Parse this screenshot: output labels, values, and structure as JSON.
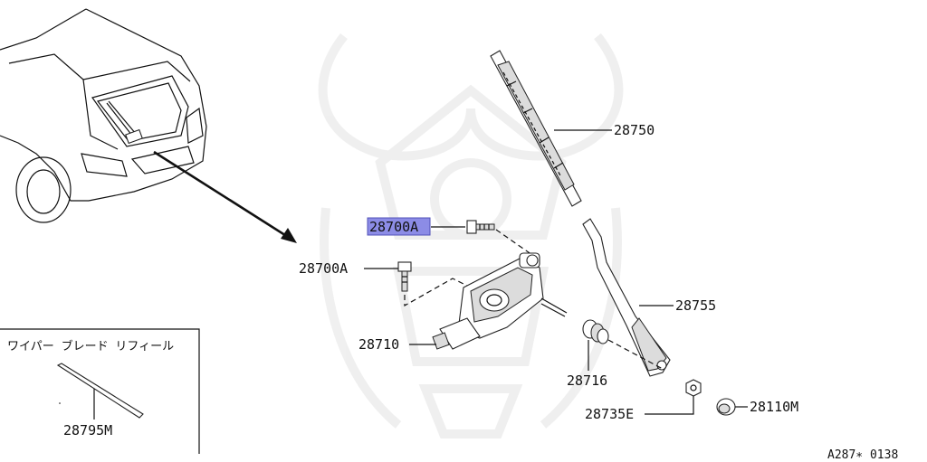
{
  "diagram": {
    "parts": {
      "blade": "28750",
      "arm": "28755",
      "bolt_upper": "28700A",
      "bolt_lower": "28700A",
      "motor": "28710",
      "grommet": "28716",
      "nut": "28735E",
      "cap": "28110M"
    },
    "refill_box": {
      "title": "ワイパー ブレード リフィール",
      "part": "28795M"
    },
    "code": "A287∗ 0138",
    "highlight_color": "#8c8ce6"
  }
}
